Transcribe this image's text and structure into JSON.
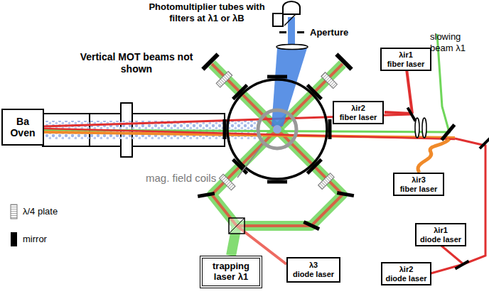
{
  "diagram": {
    "nodes": [
      {
        "text": [
          "Ba Oven"
        ]
      },
      {
        "text": [
          "λir1",
          "fiber laser"
        ]
      },
      {
        "text": [
          "λir2",
          "fiber laser"
        ]
      },
      {
        "text": [
          "λir3",
          "fiber laser"
        ]
      },
      {
        "text": [
          "trapping laser λ1"
        ]
      },
      {
        "text": [
          "λ3",
          "diode laser"
        ]
      },
      {
        "text": [
          "λir1",
          "diode laser"
        ]
      },
      {
        "text": [
          "λir2",
          "diode laser"
        ]
      }
    ],
    "labels": [
      "Photomultiplier tubes with filters at λ1 or λB",
      "Aperture",
      "Vertical MOT beams not shown",
      "slowing beam λ1",
      "mag. field coils"
    ],
    "legend": [
      {
        "text": "λ/4 plate"
      },
      {
        "text": "mirror"
      }
    ]
  }
}
